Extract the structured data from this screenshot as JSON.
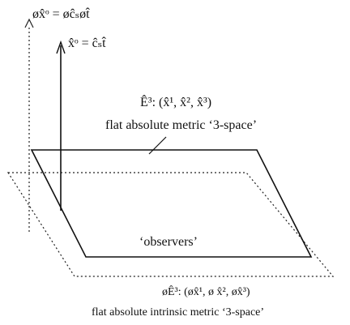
{
  "colors": {
    "line": "#111111",
    "dotted": "#222222",
    "background": "#ffffff"
  },
  "labels": {
    "outer_axis": "øx̂ᵒ = øĉₛøt̂",
    "inner_axis": "x̂ᵒ = ĉₛt̂",
    "upper_space_coords": "Ê³: (x̂¹, x̂², x̂³)",
    "upper_space_caption": "flat absolute metric ‘3-space’",
    "observers": "‘observers’",
    "lower_space_coords": "øÊ³: (øx̂¹, ø x̂², øx̂³)",
    "lower_space_caption": "flat absolute intrinsic metric ‘3-space’"
  }
}
